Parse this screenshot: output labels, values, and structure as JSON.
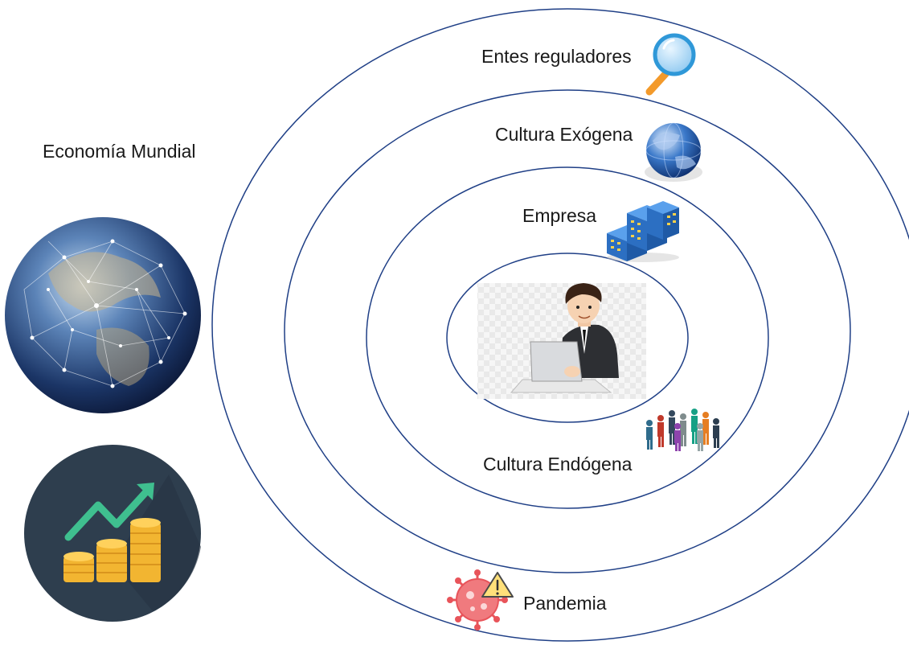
{
  "diagram": {
    "left_title": "Economía Mundial",
    "rings": [
      {
        "label": "Entes reguladores",
        "icon": "magnifier-icon"
      },
      {
        "label": "Cultura Exógena",
        "icon": "globe-icon"
      },
      {
        "label": "Empresa",
        "icon": "buildings-icon"
      },
      {
        "label": "Cultura Endógena",
        "icon": "crowd-icon"
      }
    ],
    "center_icon": "businessman-laptop-icon",
    "bottom_label": "Pandemia",
    "bottom_icon": "virus-warning-icon",
    "left_images": [
      "earth-network-icon",
      "coins-growth-icon"
    ],
    "colors": {
      "ring_stroke": "#1f3f86",
      "dark_circle": "#2e3e4e",
      "arrow": "#3fbf8f",
      "coin": "#f2b531",
      "virus": "#e8545a"
    }
  }
}
